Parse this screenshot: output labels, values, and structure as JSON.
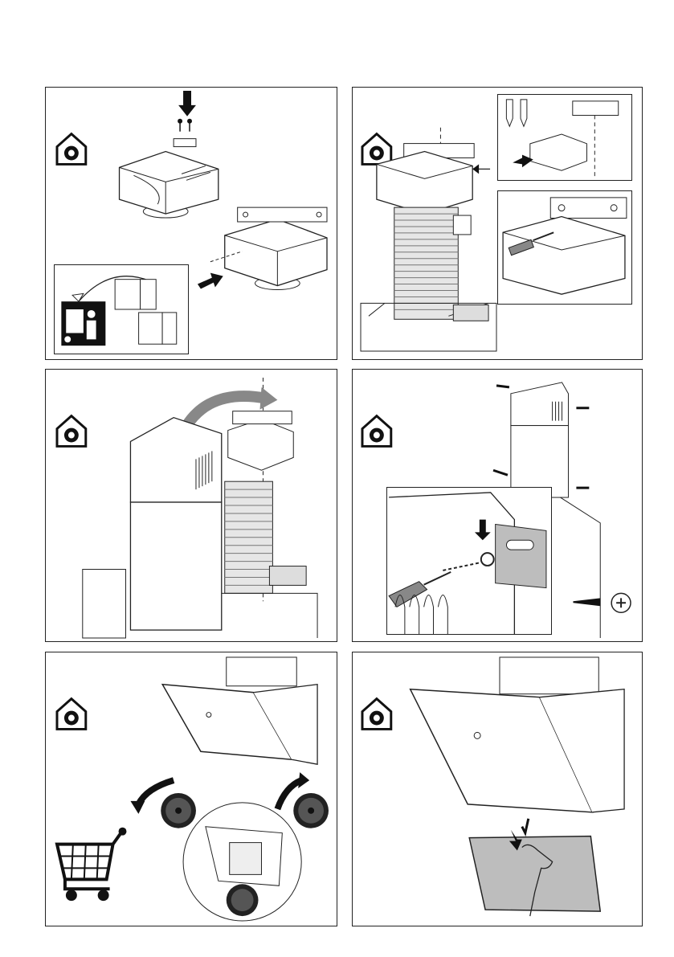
{
  "page": {
    "panels": [
      {
        "step": "mount-bracket-to-ceiling-duct",
        "icon": "recirculation-house-icon",
        "inset": "discard-parts"
      },
      {
        "step": "attach-flexible-duct",
        "icon": "recirculation-house-icon",
        "inset": "bracket-fixing-detail"
      },
      {
        "step": "slide-chimney-over-duct",
        "icon": "recirculation-house-icon"
      },
      {
        "step": "screw-chimney-to-bracket",
        "icon": "recirculation-house-icon",
        "inset": "screw-detail"
      },
      {
        "step": "insert-carbon-filters",
        "icon": "recirculation-house-icon",
        "extra": "shopping-cart-icon"
      },
      {
        "step": "mount-grease-filter",
        "icon": "recirculation-house-icon"
      }
    ],
    "colors": {
      "line": "#222222",
      "fill": "#ffffff",
      "duct": "#d8d8d8",
      "filter": "#bdbdbd",
      "dark": "#1a1a1a"
    }
  }
}
